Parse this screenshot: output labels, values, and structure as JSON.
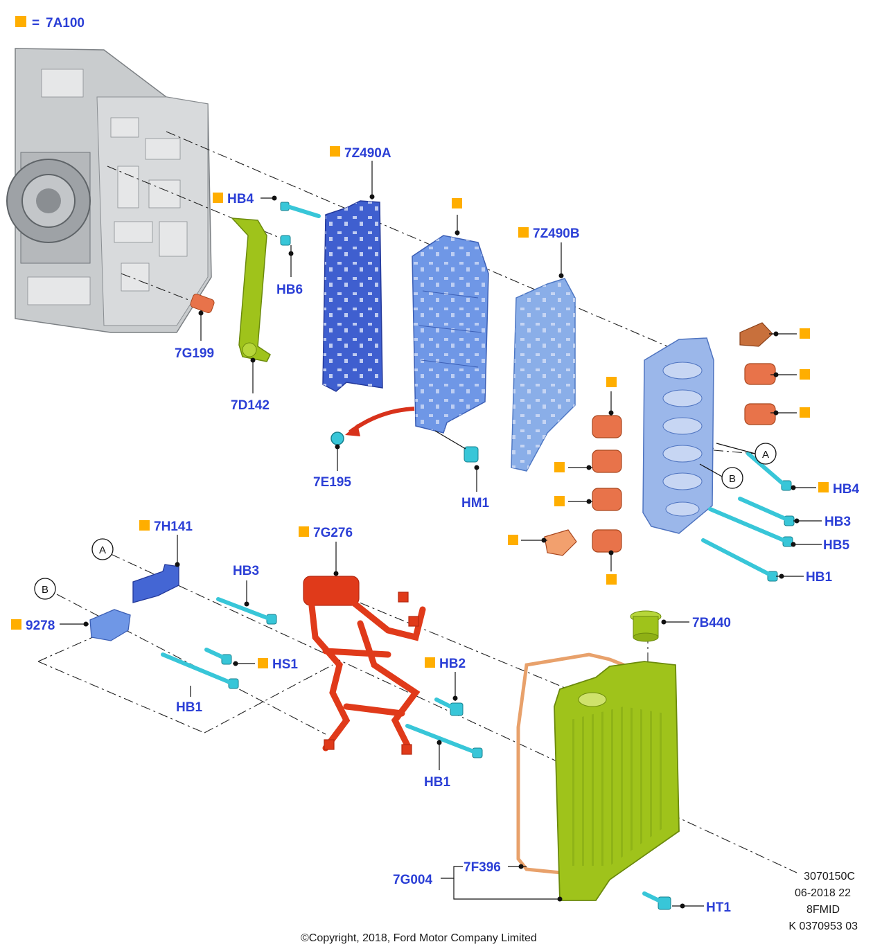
{
  "legend": {
    "equals": "=",
    "code": "7A100"
  },
  "labels": {
    "p7Z490A": "7Z490A",
    "hb4_top": "HB4",
    "hb6": "HB6",
    "p7G199": "7G199",
    "p7D142": "7D142",
    "p7Z490B": "7Z490B",
    "p7E195": "7E195",
    "hm1": "HM1",
    "hb4_right": "HB4",
    "hb3_right": "HB3",
    "hb5": "HB5",
    "hb1_right": "HB1",
    "p7H141": "7H141",
    "p7G276": "7G276",
    "hb3_left": "HB3",
    "p9278": "9278",
    "hs1": "HS1",
    "hb1_left": "HB1",
    "hb2": "HB2",
    "hb1_mid": "HB1",
    "p7B440": "7B440",
    "p7F396": "7F396",
    "p7G004": "7G004",
    "ht1": "HT1",
    "callout_a_right": "A",
    "callout_b_right": "B",
    "callout_a_left": "A",
    "callout_b_left": "B"
  },
  "meta": {
    "code": "3070150C",
    "date": "06-2018 22",
    "model": "8FMID",
    "ref": "K 0370953 03"
  },
  "copyright": "©Copyright, 2018, Ford Motor Company Limited",
  "colors": {
    "label_blue": "#2b3fd6",
    "marker_orange": "#ffae00",
    "plate_blue": "#3f5fcf",
    "body_blue": "#6f97e6",
    "pale_blue": "#8aaee8",
    "green": "#9fc31b",
    "red": "#e03a1a",
    "solenoid": "#e8734a",
    "bolt_cyan": "#38c6d8",
    "housing_gray": "#c9ccce"
  }
}
